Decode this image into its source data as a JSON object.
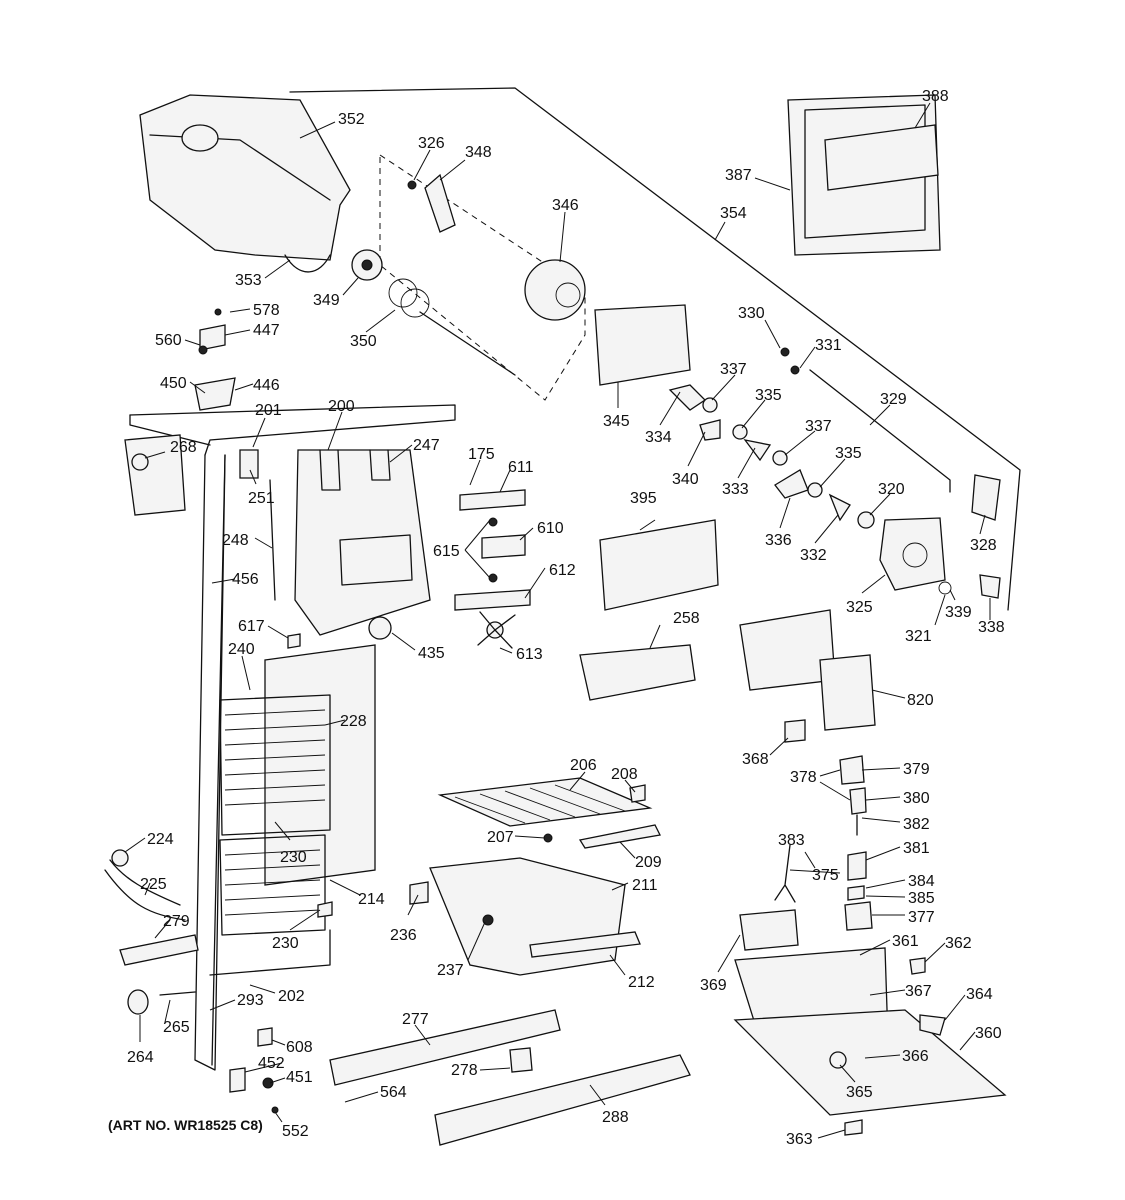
{
  "callouts": [
    "352",
    "326",
    "348",
    "346",
    "388",
    "387",
    "354",
    "353",
    "349",
    "350",
    "578",
    "447",
    "560",
    "450",
    "446",
    "345",
    "330",
    "331",
    "337",
    "335",
    "329",
    "334",
    "340",
    "333",
    "337",
    "335",
    "320",
    "336",
    "332",
    "328",
    "325",
    "339",
    "321",
    "338",
    "201",
    "200",
    "268",
    "247",
    "251",
    "248",
    "175",
    "611",
    "610",
    "615",
    "612",
    "613",
    "435",
    "456",
    "617",
    "240",
    "395",
    "258",
    "820",
    "228",
    "368",
    "206",
    "208",
    "378",
    "379",
    "380",
    "207",
    "209",
    "382",
    "381",
    "383",
    "375",
    "384",
    "385",
    "377",
    "224",
    "230",
    "225",
    "279",
    "214",
    "211",
    "236",
    "230",
    "212",
    "237",
    "361",
    "362",
    "369",
    "367",
    "364",
    "360",
    "202",
    "293",
    "265",
    "264",
    "608",
    "277",
    "366",
    "452",
    "451",
    "278",
    "365",
    "564",
    "288",
    "552",
    "363"
  ],
  "art_number": "(ART NO. WR18525 C8)"
}
